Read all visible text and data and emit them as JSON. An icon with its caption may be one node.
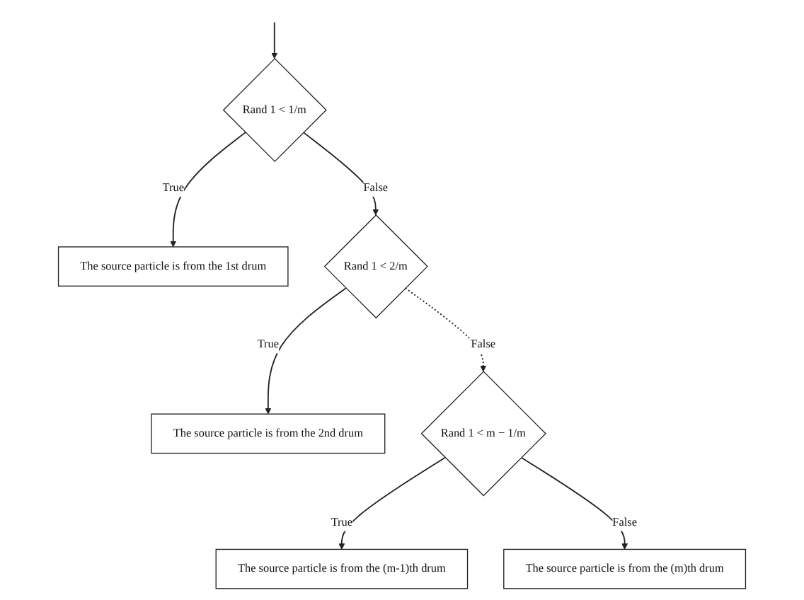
{
  "diagram": {
    "nodes": [
      {
        "text": [
          "Rand 1 < 1/m"
        ]
      },
      {
        "text": [
          "The source particle is from the 1st drum"
        ]
      },
      {
        "text": [
          "Rand 1 < 2/m"
        ]
      },
      {
        "text": [
          "The source particle is from the 2nd drum"
        ]
      },
      {
        "text": [
          "Rand 1 < m − 1/m"
        ]
      },
      {
        "text": [
          "The source particle is from the (m-1)th drum"
        ]
      },
      {
        "text": [
          "The source particle is from the (m)th drum"
        ]
      }
    ],
    "edges": [
      {
        "from": null,
        "to": 0,
        "arrow": "to"
      },
      {
        "from": 0,
        "to": 1,
        "arrow": "to",
        "label": "True"
      },
      {
        "from": 0,
        "to": 2,
        "arrow": "to",
        "label": "False"
      },
      {
        "from": 2,
        "to": 3,
        "arrow": "to",
        "label": "True"
      },
      {
        "from": 2,
        "to": 4,
        "arrow": "to",
        "label": "False",
        "style": "dashed"
      },
      {
        "from": 4,
        "to": 5,
        "arrow": "to",
        "label": "True"
      },
      {
        "from": 4,
        "to": 6,
        "arrow": "to",
        "label": "False"
      }
    ]
  }
}
